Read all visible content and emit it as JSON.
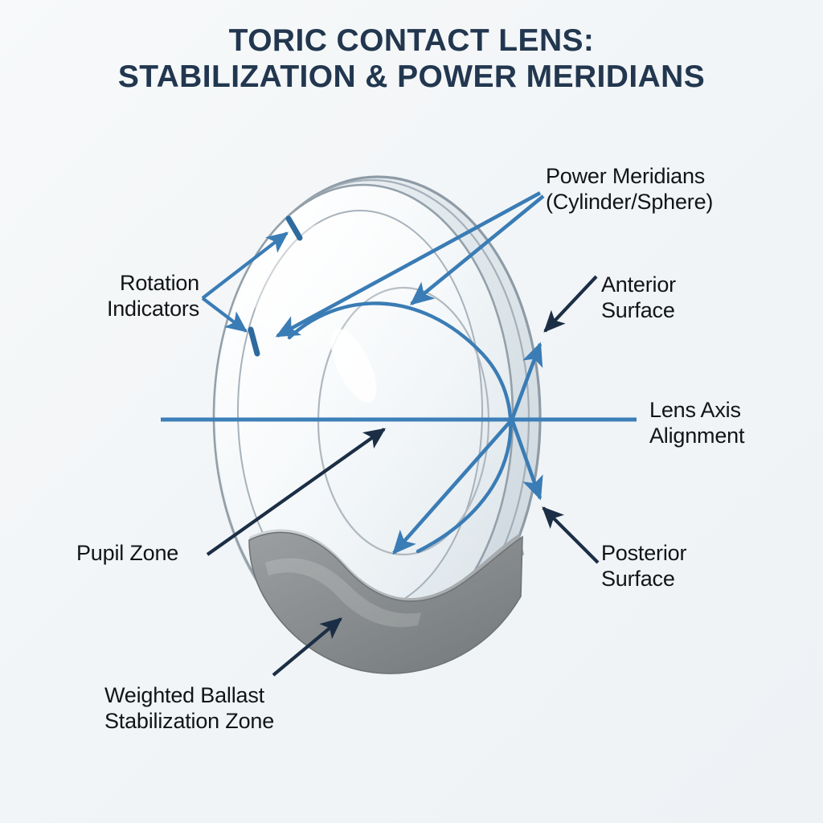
{
  "title": {
    "line1": "TORIC CONTACT LENS:",
    "line2": "STABILIZATION & POWER MERIDIANS"
  },
  "labels": {
    "power_meridians": "Power Meridians\n(Cylinder/Sphere)",
    "rotation_indicators": "Rotation\nIndicators",
    "anterior_surface": "Anterior\nSurface",
    "lens_axis_alignment": "Lens Axis\nAlignment",
    "posterior_surface": "Posterior\nSurface",
    "pupil_zone": "Pupil Zone",
    "ballast_zone": "Weighted Ballast\nStabilization Zone"
  },
  "colors": {
    "background": "#f2f5f7",
    "title": "#22374f",
    "label_text": "#121417",
    "accent_blue": "#3a7cb5",
    "axis_blue": "#3d7fb8",
    "leader_navy": "#1b2e45",
    "lens_outline": "#8c9aa5",
    "lens_inner_outline": "#a8b2ba",
    "ballast_fill": "#8a8e90",
    "ballast_edge": "#b9bdbf"
  },
  "parts": [
    {
      "name": "outer-lens-body",
      "shape": "ellipse"
    },
    {
      "name": "anterior-surface-ring",
      "shape": "ellipse"
    },
    {
      "name": "posterior-surface-ring",
      "shape": "ellipse"
    },
    {
      "name": "pupil-zone-ellipse",
      "shape": "ellipse"
    },
    {
      "name": "ballast-zone",
      "shape": "crescent"
    },
    {
      "name": "rotation-marker-upper",
      "shape": "tick"
    },
    {
      "name": "rotation-marker-lower",
      "shape": "tick"
    },
    {
      "name": "lens-axis-line",
      "shape": "line"
    },
    {
      "name": "meridian-arc",
      "shape": "curve"
    }
  ]
}
